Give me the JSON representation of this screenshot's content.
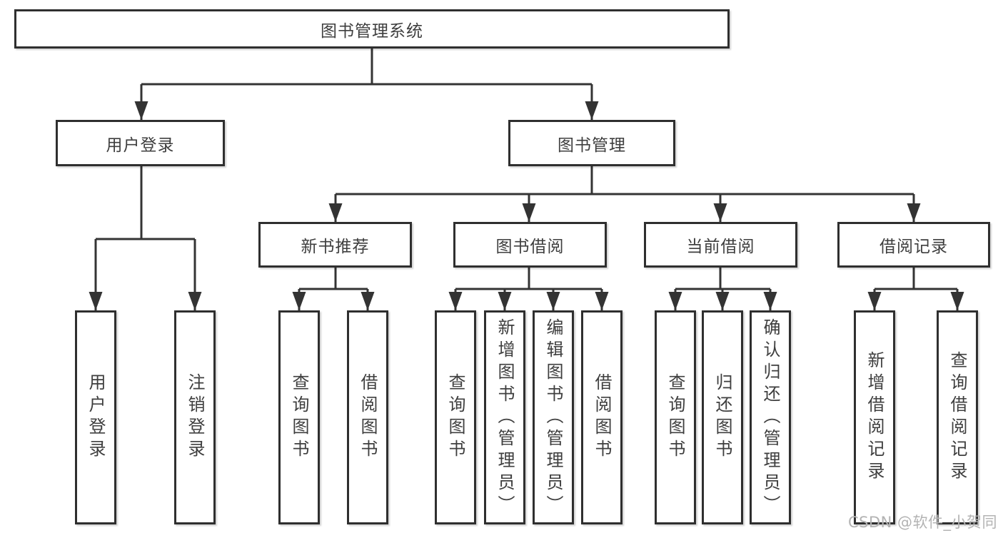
{
  "tree": {
    "label": "图书管理系统",
    "children": [
      {
        "label": "用户登录",
        "children": [
          {
            "label": "用户登录"
          },
          {
            "label": "注销登录"
          }
        ]
      },
      {
        "label": "图书管理",
        "children": [
          {
            "label": "新书推荐",
            "children": [
              {
                "label": "查询图书"
              },
              {
                "label": "借阅图书"
              }
            ]
          },
          {
            "label": "图书借阅",
            "children": [
              {
                "label": "查询图书"
              },
              {
                "label": "新增图书（管理员）"
              },
              {
                "label": "编辑图书（管理员）"
              },
              {
                "label": "借阅图书"
              }
            ]
          },
          {
            "label": "当前借阅",
            "children": [
              {
                "label": "查询图书"
              },
              {
                "label": "归还图书"
              },
              {
                "label": "确认归还（管理员）"
              }
            ]
          },
          {
            "label": "借阅记录",
            "children": [
              {
                "label": "新增借阅记录"
              },
              {
                "label": "查询借阅记录"
              }
            ]
          }
        ]
      }
    ]
  },
  "watermark": {
    "text": "CSDN @软件_小贺同学"
  },
  "colors": {
    "line": "#343434",
    "border": "#2f2f2f",
    "text": "#3e3e3e",
    "watermark": "#b3b3b3",
    "background": "#ffffff"
  }
}
